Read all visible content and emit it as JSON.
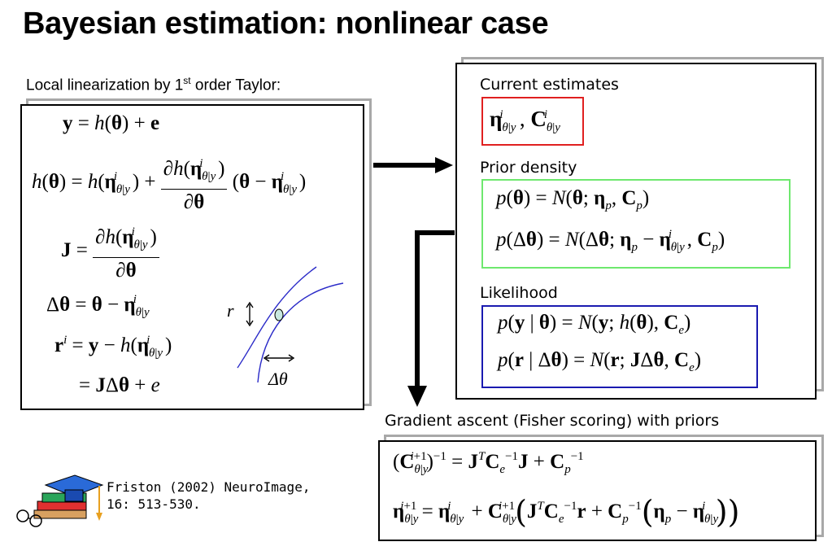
{
  "title": "Bayesian estimation: nonlinear case",
  "left_caption_pre": "Local linearization by 1",
  "left_caption_sup": "st",
  "left_caption_post": " order Taylor:",
  "current_estimates_label": "Current estimates",
  "prior_density_label": "Prior density",
  "likelihood_label": "Likelihood",
  "gradient_label": "Gradient ascent (Fisher scoring) with priors",
  "citation_line1": "Friston (2002) NeuroImage,",
  "citation_line2": "16: 513-530.",
  "diagram": {
    "r_label": "r",
    "dtheta_label": "Δθ"
  },
  "colors": {
    "current": "#e02020",
    "prior": "#6ee86e",
    "likelihood": "#1a1ab0",
    "curve": "#2b2bc8",
    "node": "#c8e8e0"
  },
  "icon": "graduation-cap-books-glasses-icon"
}
